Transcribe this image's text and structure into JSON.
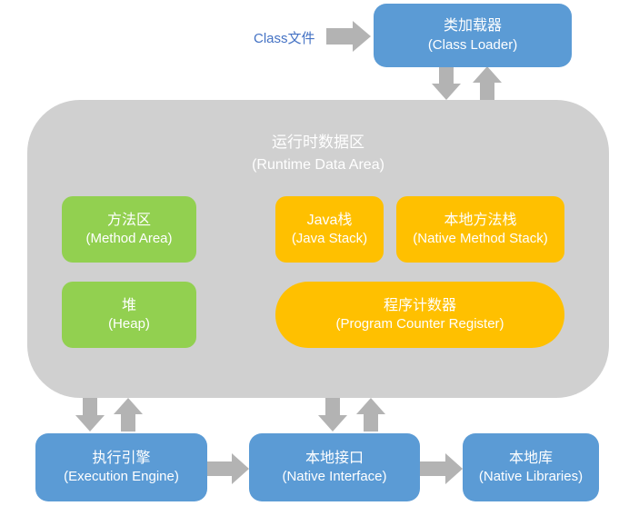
{
  "class_file": "Class文件",
  "class_loader": {
    "cn": "类加载器",
    "en": "(Class Loader)"
  },
  "runtime": {
    "cn": "运行时数据区",
    "en": "(Runtime Data Area)"
  },
  "method_area": {
    "cn": "方法区",
    "en": "(Method Area)"
  },
  "heap": {
    "cn": "堆",
    "en": "(Heap)"
  },
  "java_stack": {
    "cn": "Java栈",
    "en": "(Java Stack)"
  },
  "native_method_stack": {
    "cn": "本地方法栈",
    "en": "(Native Method Stack)"
  },
  "pc_register": {
    "cn": "程序计数器",
    "en": "(Program Counter Register)"
  },
  "execution_engine": {
    "cn": "执行引擎",
    "en": "(Execution Engine)"
  },
  "native_interface": {
    "cn": "本地接口",
    "en": "(Native Interface)"
  },
  "native_libraries": {
    "cn": "本地库",
    "en": "(Native Libraries)"
  },
  "colors": {
    "blue": "#5b9bd5",
    "green": "#92d050",
    "yellow": "#ffc000",
    "gray": "#d0d0d0",
    "arrow": "#b3b3b3",
    "class_file_text": "#4472c4"
  }
}
